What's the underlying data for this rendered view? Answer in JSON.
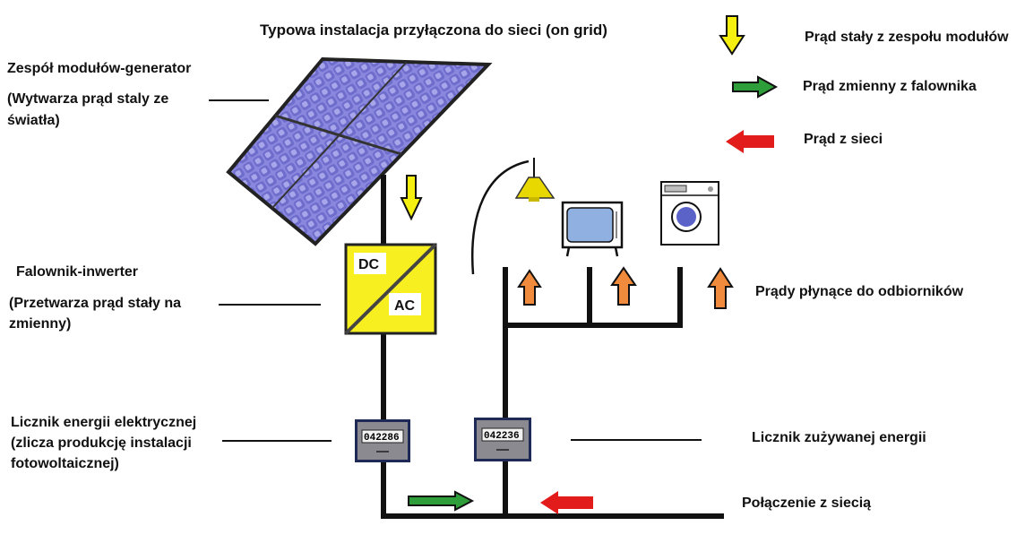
{
  "title": "Typowa instalacja przyłączona do sieci (on grid)",
  "legend": {
    "dc": "Prąd stały z zespołu modułów",
    "ac": "Prąd zmienny z falownika",
    "grid": "Prąd z sieci"
  },
  "labels": {
    "modules_title": "Zespół modułów-generator",
    "modules_desc_1": "(Wytwarza prąd staly ze",
    "modules_desc_2": "światła)",
    "inverter_title": "Falownik-inwerter",
    "inverter_desc_1": "(Przetwarza prąd stały na",
    "inverter_desc_2": "zmienny)",
    "meter1_line1": "Licznik energii elektrycznej",
    "meter1_line2": "(zlicza produkcję instalacji",
    "meter1_line3": "fotowoltaicznej)",
    "meter2": "Licznik zużywanej energii",
    "consumers": "Prądy płynące do odbiorników",
    "grid_connection": "Połączenie z siecią"
  },
  "inverter": {
    "dc": "DC",
    "ac": "AC"
  },
  "meters": {
    "meter1_digits": "042286",
    "meter2_digits": "042236"
  },
  "colors": {
    "dc_arrow": "#f5f010",
    "ac_arrow": "#2e9e3a",
    "grid_arrow": "#e21b1b",
    "consumer_arrow": "#f08a3c",
    "inverter_fill": "#f7ef20",
    "panel_fill": "#7a78d6"
  }
}
